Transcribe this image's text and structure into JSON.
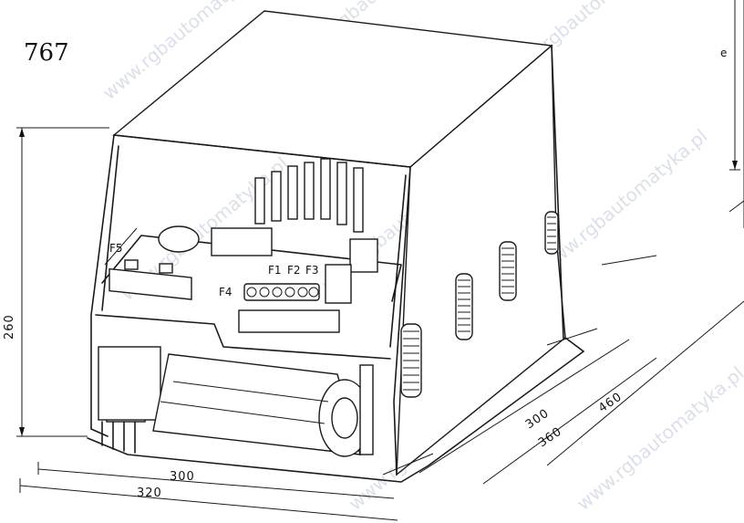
{
  "figure_number": "767",
  "corner_label": "e",
  "fuses": {
    "f1": "F1",
    "f2": "F2",
    "f3": "F3",
    "f4": "F4",
    "f5": "F5"
  },
  "dimensions": {
    "height": "260",
    "front_inner": "300",
    "front_outer": "320",
    "depth_inner": "300",
    "depth_mid": "360",
    "depth_outer": "460"
  },
  "watermark": "www.rgbautomatyka.pl"
}
